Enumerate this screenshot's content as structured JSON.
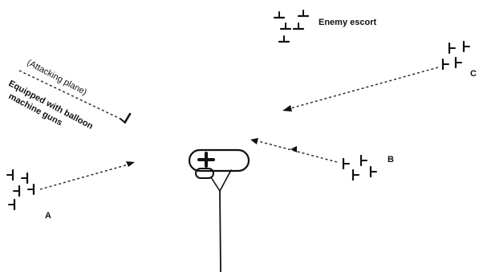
{
  "labels": {
    "enemy_escort": "Enemy escort",
    "attacking_plane": "(Attacking plane)",
    "equipped_line1": "Equipped with balloon",
    "equipped_line2": "machine guns",
    "group_a": "A",
    "group_b": "B",
    "group_c": "C"
  },
  "icons": {
    "aircraft": "plane-silhouette-icon",
    "balloon": "observation-balloon-icon",
    "cross": "cross-icon"
  },
  "colors": {
    "ink": "#111111",
    "background": "#ffffff"
  }
}
